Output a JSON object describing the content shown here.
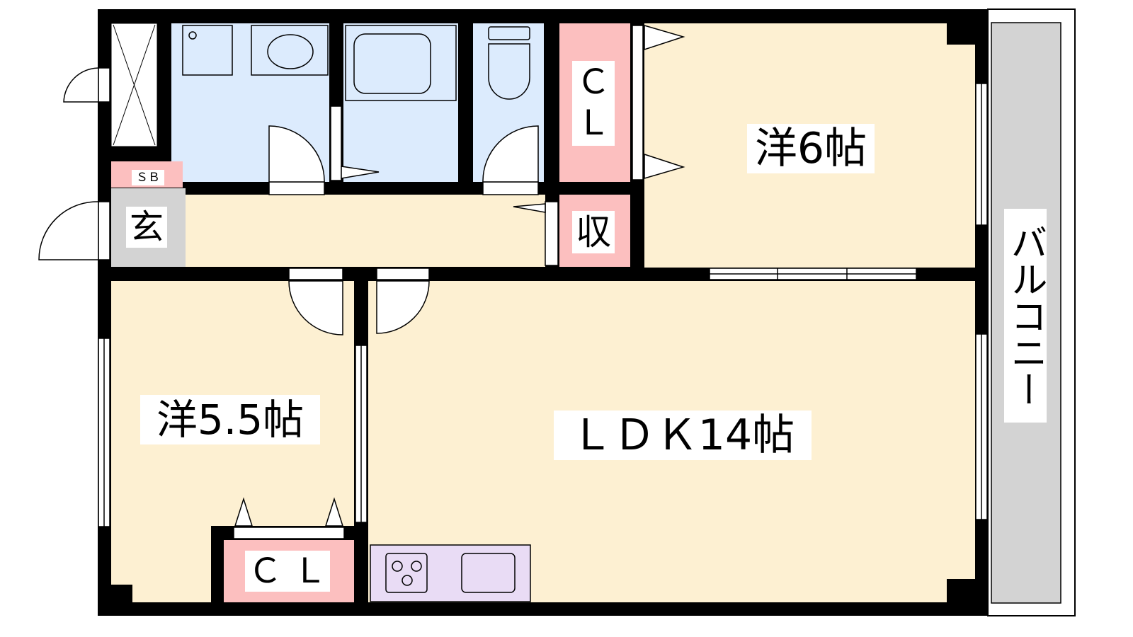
{
  "rooms": {
    "western_6": "洋6帖",
    "western_5_5": "洋5.5帖",
    "ldk": "ＬＤＫ14帖",
    "closet_top": "Ｃ\nＬ",
    "closet_bottom": "Ｃ Ｌ",
    "storage": "収",
    "entrance": "玄",
    "shoe_box": "ＳＢ",
    "balcony": "バルコニー"
  },
  "colors": {
    "wall": "#000000",
    "wet_area": "#dcebfd",
    "room": "#fdf0d2",
    "storage": "#fcbfbf",
    "entrance": "#d3d3d3",
    "kitchen": "#e9dcf5",
    "balcony": "#d3d3d3"
  }
}
